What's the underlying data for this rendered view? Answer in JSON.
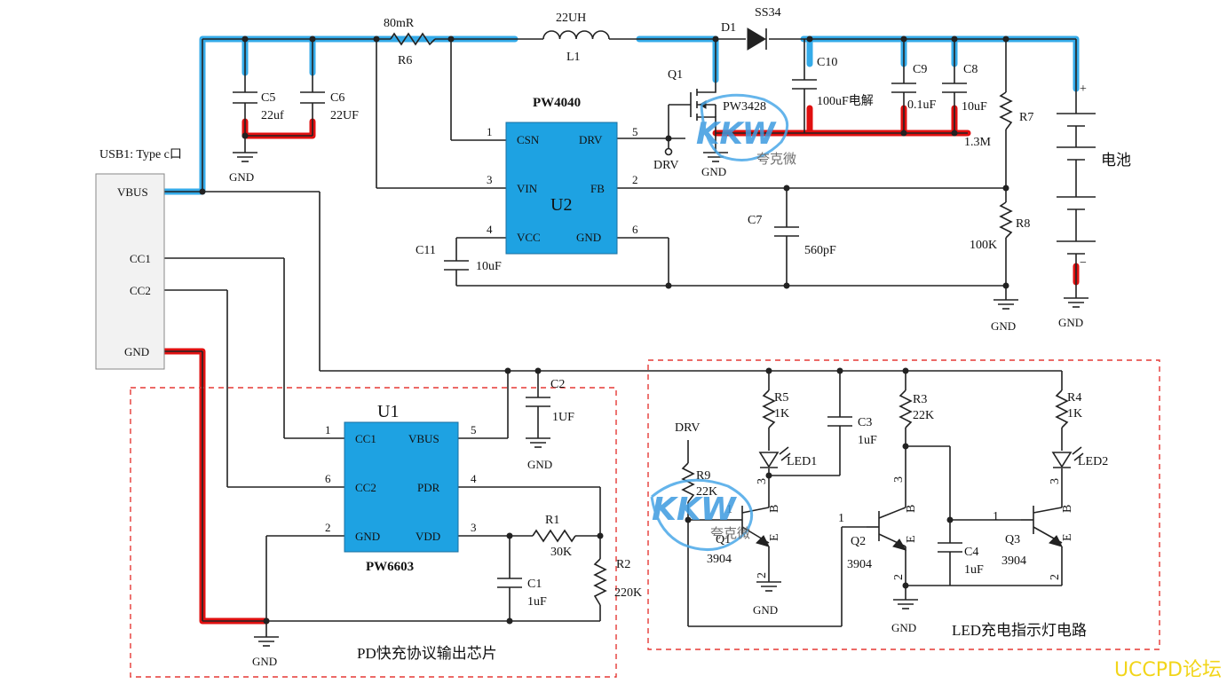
{
  "components": {
    "usb": {
      "label": "USB1: Type c口",
      "pins": [
        "VBUS",
        "CC1",
        "CC2",
        "GND"
      ]
    },
    "u1": {
      "designator": "U1",
      "part": "PW6603",
      "pins_left": [
        {
          "num": "1",
          "name": "CC1"
        },
        {
          "num": "6",
          "name": "CC2"
        },
        {
          "num": "2",
          "name": "GND"
        }
      ],
      "pins_right": [
        {
          "num": "5",
          "name": "VBUS"
        },
        {
          "num": "4",
          "name": "PDR"
        },
        {
          "num": "3",
          "name": "VDD"
        }
      ]
    },
    "u2": {
      "designator": "U2",
      "part": "PW4040",
      "pins_left": [
        {
          "num": "1",
          "name": "CSN"
        },
        {
          "num": "3",
          "name": "VIN"
        },
        {
          "num": "4",
          "name": "VCC"
        }
      ],
      "pins_right": [
        {
          "num": "5",
          "name": "DRV"
        },
        {
          "num": "2",
          "name": "FB"
        },
        {
          "num": "6",
          "name": "GND"
        }
      ]
    },
    "r6": {
      "ref": "R6",
      "value": "80mR"
    },
    "l1": {
      "ref": "L1",
      "value": "22UH"
    },
    "d1": {
      "ref": "D1",
      "value": "SS34"
    },
    "q1": {
      "ref": "Q1",
      "value": "PW3428"
    },
    "c5": {
      "ref": "C5",
      "value": "22uf"
    },
    "c6": {
      "ref": "C6",
      "value": "22UF"
    },
    "c10": {
      "ref": "C10",
      "value": "100uF电解"
    },
    "c9": {
      "ref": "C9",
      "value": "0.1uF"
    },
    "c8": {
      "ref": "C8",
      "value": "10uF"
    },
    "r7": {
      "ref": "R7",
      "value": "1.3M"
    },
    "r8": {
      "ref": "R8",
      "value": "100K"
    },
    "c7": {
      "ref": "C7",
      "value": "560pF"
    },
    "c11": {
      "ref": "C11",
      "value": "10uF"
    },
    "c2": {
      "ref": "C2",
      "value": "1UF"
    },
    "c1": {
      "ref": "C1",
      "value": "1uF"
    },
    "r1": {
      "ref": "R1",
      "value": "30K"
    },
    "r2": {
      "ref": "R2",
      "value": "220K"
    },
    "r5": {
      "ref": "R5",
      "value": "1K"
    },
    "r3": {
      "ref": "R3",
      "value": "22K"
    },
    "r4": {
      "ref": "R4",
      "value": "1K"
    },
    "r9": {
      "ref": "R9",
      "value": "22K"
    },
    "c3": {
      "ref": "C3",
      "value": "1uF"
    },
    "c4": {
      "ref": "C4",
      "value": "1uF"
    },
    "led1": {
      "ref": "LED1"
    },
    "led2": {
      "ref": "LED2"
    },
    "q1b": {
      "ref": "Q1",
      "value": "3904"
    },
    "q2": {
      "ref": "Q2",
      "value": "3904"
    },
    "q3": {
      "ref": "Q3",
      "value": "3904"
    },
    "battery": {
      "label": "电池",
      "plus": "+",
      "minus": "−"
    }
  },
  "net_labels": {
    "gnd": "GND",
    "drv": "DRV"
  },
  "transistor_pins": {
    "base": "B",
    "emitter": "E",
    "pin1": "1",
    "pin2": "2",
    "pin3": "3"
  },
  "sections": {
    "pd": "PD快充协议输出芯片",
    "led": "LED充电指示灯电路"
  },
  "watermark": {
    "logo": "KKW",
    "brand": "夸克微"
  },
  "forum": "UCCPD论坛",
  "colors": {
    "chip": "#1ea2e2",
    "highlight_blue": "#2aa7e8",
    "highlight_red": "#e01010",
    "section_border": "#e53935",
    "forum_text": "#f2d51a"
  }
}
